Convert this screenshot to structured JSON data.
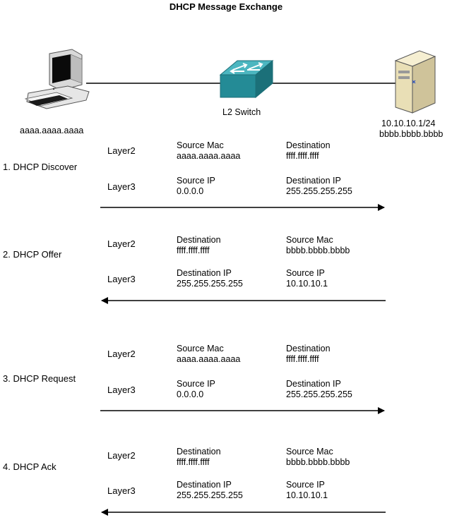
{
  "title": "DHCP Message Exchange",
  "client": {
    "label": "aaaa.aaaa.aaaa"
  },
  "switch": {
    "label": "L2 Switch"
  },
  "server": {
    "ip": "10.10.10.1/24",
    "mac": "bbbb.bbbb.bbbb"
  },
  "steps": [
    {
      "label": "1. DHCP Discover",
      "direction": "right",
      "layer2": {
        "label": "Layer2",
        "left_title": "Source Mac",
        "left_value": "aaaa.aaaa.aaaa",
        "right_title": "Destination",
        "right_value": "ffff.ffff.ffff"
      },
      "layer3": {
        "label": "Layer3",
        "left_title": "Source IP",
        "left_value": "0.0.0.0",
        "right_title": "Destination IP",
        "right_value": "255.255.255.255"
      }
    },
    {
      "label": "2. DHCP Offer",
      "direction": "left",
      "layer2": {
        "label": "Layer2",
        "left_title": "Destination",
        "left_value": "ffff.ffff.ffff",
        "right_title": "Source Mac",
        "right_value": "bbbb.bbbb.bbbb"
      },
      "layer3": {
        "label": "Layer3",
        "left_title": "Destination IP",
        "left_value": "255.255.255.255",
        "right_title": "Source IP",
        "right_value": "10.10.10.1"
      }
    },
    {
      "label": "3. DHCP Request",
      "direction": "right",
      "layer2": {
        "label": "Layer2",
        "left_title": "Source Mac",
        "left_value": "aaaa.aaaa.aaaa",
        "right_title": "Destination",
        "right_value": "ffff.ffff.ffff"
      },
      "layer3": {
        "label": "Layer3",
        "left_title": "Source IP",
        "left_value": "0.0.0.0",
        "right_title": "Destination IP",
        "right_value": "255.255.255.255"
      }
    },
    {
      "label": "4. DHCP Ack",
      "direction": "left",
      "layer2": {
        "label": "Layer2",
        "left_title": "Destination",
        "left_value": "ffff.ffff.ffff",
        "right_title": "Source Mac",
        "right_value": "bbbb.bbbb.bbbb"
      },
      "layer3": {
        "label": "Layer3",
        "left_title": "Destination IP",
        "left_value": "255.255.255.255",
        "right_title": "Source IP",
        "right_value": "10.10.10.1"
      }
    }
  ],
  "colors": {
    "switch_top": "#3aa3ae",
    "switch_side": "#1e7f8a",
    "server_body": "#efe6c4",
    "monitor_body": "#e8e8e8"
  }
}
